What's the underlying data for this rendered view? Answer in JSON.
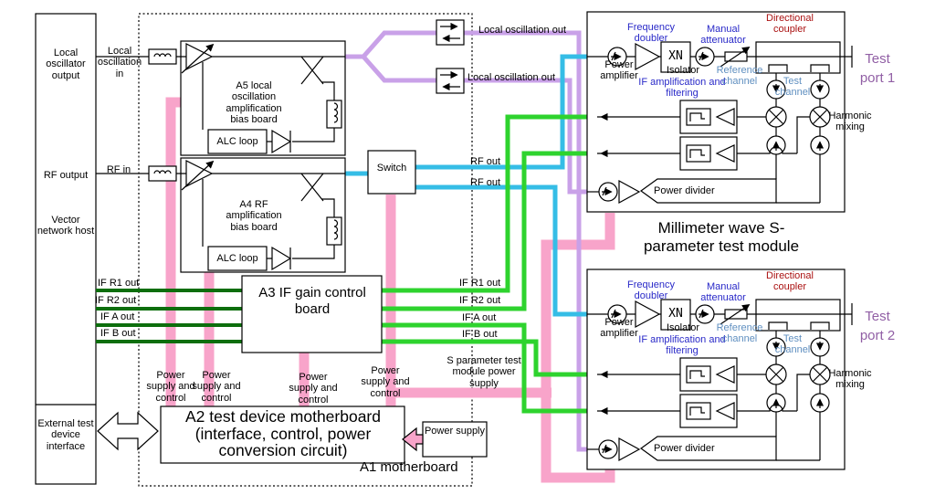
{
  "left_panel": {
    "local_oscillator_output": "Local oscillator output",
    "rf_output": "RF output",
    "vector_network_host": "Vector network host",
    "external_test_device_interface": "External test device interface"
  },
  "line_labels": {
    "local_oscillation_in": "Local oscillation in",
    "rf_in": "RF in",
    "local_oscillation_out": "Local oscillation out",
    "rf_out": "RF out",
    "if_r1_out": "IF R1 out",
    "if_r2_out": "IF R2 out",
    "if_a_out": "IF A out",
    "if_b_out": "IF B out",
    "power_supply_and_control": "Power supply and control",
    "s_param_power": "S parameter test module power supply"
  },
  "boards": {
    "a5": "A5 local oscillation amplification bias board",
    "a4": "A4 RF amplification bias board",
    "a3": "A3 IF gain control board",
    "a2": "A2 test device motherboard (interface, control, power conversion circuit)",
    "a1": "A1 motherboard",
    "alc_loop": "ALC loop",
    "switch": "Switch",
    "power_supply": "Power supply"
  },
  "modules": {
    "title": "Millimeter wave S-parameter test module",
    "frequency_doubler": "Frequency doubler",
    "manual_attenuator": "Manual attenuator",
    "directional_coupler": "Directional coupler",
    "power_amplifier": "Power amplifier",
    "isolator": "Isolator",
    "if_amplification_and_filtering": "IF amplification and filtering",
    "reference_channel": "Reference channel",
    "test_channel": "Test channel",
    "harmonic_mixing": "Harmonic mixing",
    "power_divider": "Power divider",
    "multiplier": "XN",
    "test_port_1": "Test port 1",
    "test_port_2": "Test port 2"
  },
  "colors": {
    "wire_power_pink": "#f8a4ca",
    "wire_rf_cyan": "#35bde6",
    "wire_lo_purple": "#c9a1e8",
    "wire_if_bright_green": "#2ed32e",
    "wire_if_dark_green": "#0d6e0d",
    "label_blue": "#2929c8",
    "label_dark_red": "#aa1111",
    "label_steel_blue": "#5f8fc0",
    "label_port_purple": "#915fa5"
  }
}
